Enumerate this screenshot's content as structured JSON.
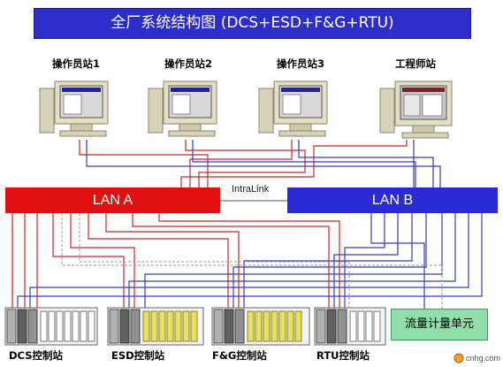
{
  "title": "全厂系统结构图 (DCS+ESD+F&G+RTU)",
  "stations": [
    {
      "label": "操作员站1"
    },
    {
      "label": "操作员站2"
    },
    {
      "label": "操作员站3"
    },
    {
      "label": "工程师站"
    }
  ],
  "networks": {
    "lan_a": "LAN A",
    "lan_b": "LAN B",
    "link": "IntraLink"
  },
  "controllers": [
    {
      "label": "DCS控制站"
    },
    {
      "label": "ESD控制站"
    },
    {
      "label": "F&G控制站"
    },
    {
      "label": "RTU控制站"
    }
  ],
  "meter_unit": "流量计量单元",
  "watermark": "cnhg.com",
  "colors": {
    "banner": "#2d2dc9",
    "lan_a": "#e01010",
    "lan_b": "#2b2bd6",
    "red_cable": "#c82828",
    "blue_cable": "#3a3ab8",
    "meter_unit": "#8ee0a8",
    "module_yellow": "#e8e060"
  }
}
